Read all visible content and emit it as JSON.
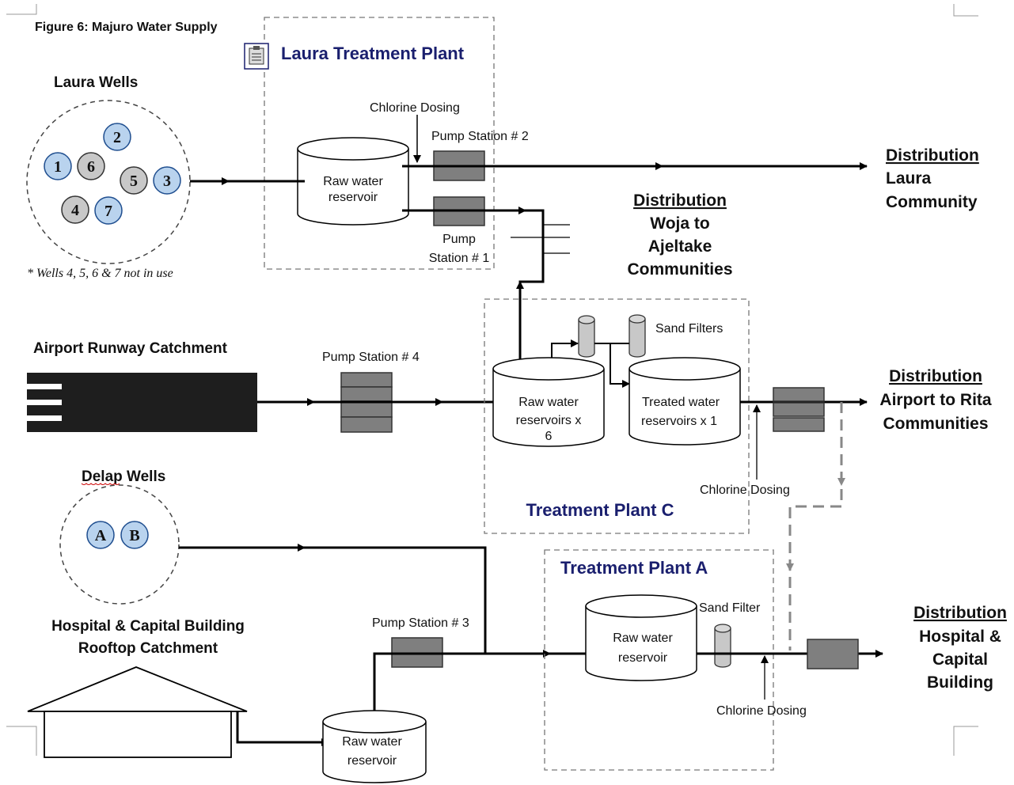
{
  "figure_title": "Figure 6: Majuro Water Supply",
  "laura_wells": {
    "title": "Laura Wells",
    "wells": [
      "1",
      "6",
      "2",
      "5",
      "3",
      "4",
      "7"
    ],
    "note": "* Wells 4, 5, 6 & 7 not in use"
  },
  "laura_plant": {
    "title": "Laura Treatment Plant",
    "chlorine": "Chlorine Dosing",
    "pump2": "Pump Station # 2",
    "reservoir": [
      "Raw water",
      "reservoir"
    ],
    "pump1": [
      "Pump",
      "Station # 1"
    ]
  },
  "dist_laura": {
    "title": "Distribution",
    "lines": [
      "Laura",
      "Community"
    ]
  },
  "dist_woja": {
    "title": "Distribution",
    "lines": [
      "Woja to",
      "Ajeltake",
      "Communities"
    ]
  },
  "airport": {
    "title": "Airport Runway Catchment",
    "pump4": "Pump Station # 4"
  },
  "plant_c": {
    "title": "Treatment Plant C",
    "sand_filters": "Sand Filters",
    "raw_res": [
      "Raw water",
      "reservoirs x",
      "6"
    ],
    "treated_res": [
      "Treated water",
      "reservoirs x 1"
    ],
    "chlorine": "Chlorine Dosing"
  },
  "dist_airport": {
    "title": "Distribution",
    "lines": [
      "Airport to Rita",
      "Communities"
    ]
  },
  "delap_wells": {
    "title": "Delap Wells",
    "wells": [
      "A",
      "B"
    ]
  },
  "hospital": {
    "title_lines": [
      "Hospital & Capital Building",
      "Rooftop Catchment"
    ]
  },
  "pump3": "Pump Station # 3",
  "small_reservoir": [
    "Raw water",
    "reservoir"
  ],
  "plant_a": {
    "title": "Treatment Plant A",
    "sand_filter": "Sand Filter",
    "reservoir": [
      "Raw water",
      "reservoir"
    ],
    "chlorine": "Chlorine Dosing"
  },
  "dist_hospital": {
    "title": "Distribution",
    "lines": [
      "Hospital &",
      "Capital",
      "Building"
    ]
  },
  "colors": {
    "well_active": "#b9d3ee",
    "well_inactive": "#c8c8c8",
    "pump": "#7f7f7f",
    "plant_title": "#1a1f6e"
  }
}
